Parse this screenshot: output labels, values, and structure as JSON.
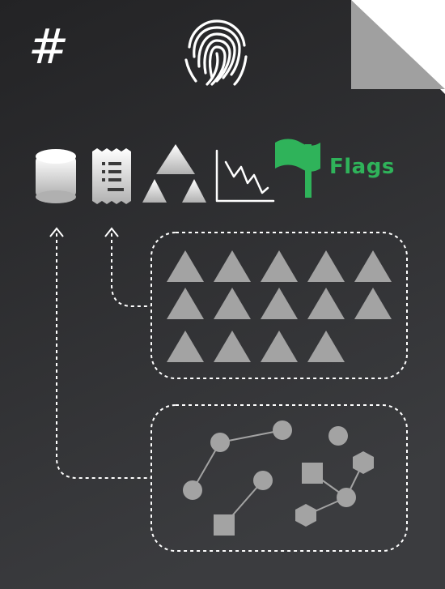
{
  "document": {
    "header_symbol": "#",
    "identity_icon": "fingerprint-icon",
    "corner": "folded-corner"
  },
  "icon_row": {
    "icons": [
      "database-icon",
      "receipt-icon",
      "triangle-pyramid-icon",
      "line-chart-down-icon",
      "flag-icon"
    ],
    "flag_label": "Flags",
    "flag_color": "#2fb35a"
  },
  "groups": [
    {
      "name": "triangle-group",
      "shape": "triangle",
      "rows": [
        5,
        5,
        4
      ],
      "arrow_target": "receipt-icon"
    },
    {
      "name": "graph-group",
      "shape": "nodes-and-edges",
      "arrow_target": "database-icon"
    }
  ],
  "colors": {
    "page_top": "#232325",
    "page_bottom": "#3a3b3e",
    "fold": "#9b9b9b",
    "shape_fill": "#a3a3a3",
    "dashed_line": "#ffffff"
  }
}
